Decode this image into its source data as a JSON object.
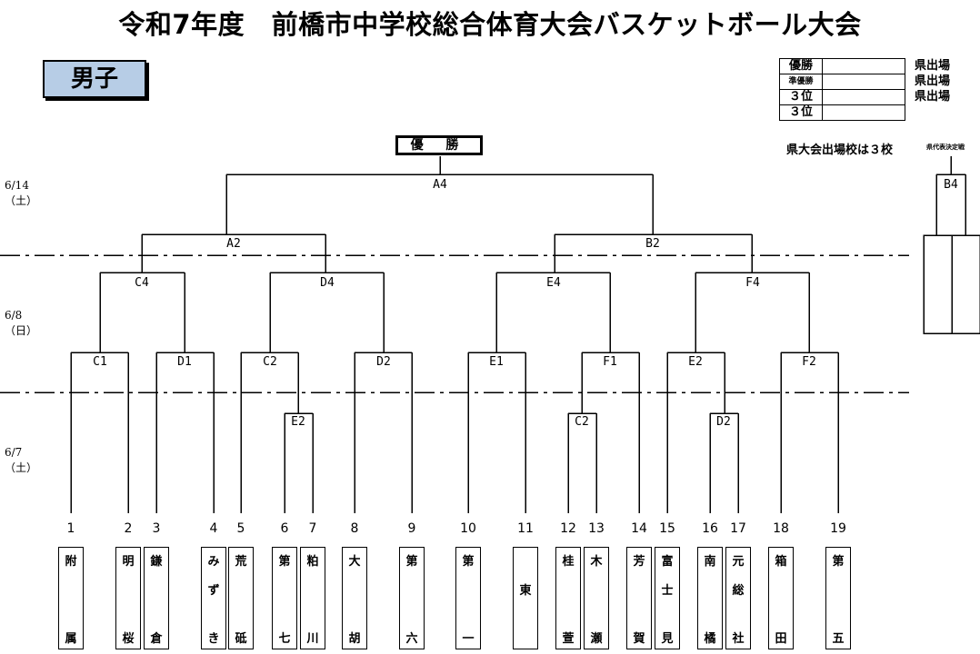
{
  "title": "令和7年度　前橋市中学校総合体育大会バスケットボール大会",
  "division": "男子",
  "results": [
    {
      "rank": "優勝",
      "note": "県出場"
    },
    {
      "rank": "準優勝",
      "note": "県出場"
    },
    {
      "rank": "３位",
      "note": "県出場"
    },
    {
      "rank": "３位",
      "note": ""
    }
  ],
  "qualify_note": "県大会出場校は３校",
  "qualify_small": "県代表決定戦",
  "champion_label": "優 勝",
  "dates": [
    {
      "line1": "6/14",
      "line2": "（土）"
    },
    {
      "line1": "6/8",
      "line2": "（日）"
    },
    {
      "line1": "6/7",
      "line2": "（土）"
    }
  ],
  "match_labels": {
    "final": "A4",
    "semi_left": "A2",
    "semi_right": "B2",
    "q1": "C4",
    "q2": "D4",
    "q3": "E4",
    "q4": "F4",
    "r1": "C1",
    "r2": "D1",
    "r3": "C2",
    "r4": "D2",
    "r5": "E1",
    "r6": "F1",
    "r7": "E2",
    "r8": "F2",
    "p1": "E2",
    "p2": "C2",
    "p3": "D2",
    "playoff": "B4"
  },
  "teams": [
    {
      "num": "1",
      "chars": [
        "附",
        "",
        "属"
      ]
    },
    {
      "num": "2",
      "chars": [
        "明",
        "",
        "桜"
      ]
    },
    {
      "num": "3",
      "chars": [
        "鎌",
        "",
        "倉"
      ]
    },
    {
      "num": "4",
      "chars": [
        "み",
        "ず",
        "き"
      ]
    },
    {
      "num": "5",
      "chars": [
        "荒",
        "",
        "砥"
      ]
    },
    {
      "num": "6",
      "chars": [
        "第",
        "",
        "七"
      ]
    },
    {
      "num": "7",
      "chars": [
        "粕",
        "",
        "川"
      ]
    },
    {
      "num": "8",
      "chars": [
        "大",
        "",
        "胡"
      ]
    },
    {
      "num": "9",
      "chars": [
        "第",
        "",
        "六"
      ]
    },
    {
      "num": "10",
      "chars": [
        "第",
        "",
        "一"
      ]
    },
    {
      "num": "11",
      "chars": [
        "",
        "東",
        ""
      ]
    },
    {
      "num": "12",
      "chars": [
        "桂",
        "",
        "萱"
      ]
    },
    {
      "num": "13",
      "chars": [
        "木",
        "",
        "瀬"
      ]
    },
    {
      "num": "14",
      "chars": [
        "芳",
        "",
        "賀"
      ]
    },
    {
      "num": "15",
      "chars": [
        "富",
        "士",
        "見"
      ]
    },
    {
      "num": "16",
      "chars": [
        "南",
        "",
        "橘"
      ]
    },
    {
      "num": "17",
      "chars": [
        "元",
        "総",
        "社"
      ]
    },
    {
      "num": "18",
      "chars": [
        "箱",
        "",
        "田"
      ]
    },
    {
      "num": "19",
      "chars": [
        "第",
        "",
        "五"
      ]
    }
  ]
}
